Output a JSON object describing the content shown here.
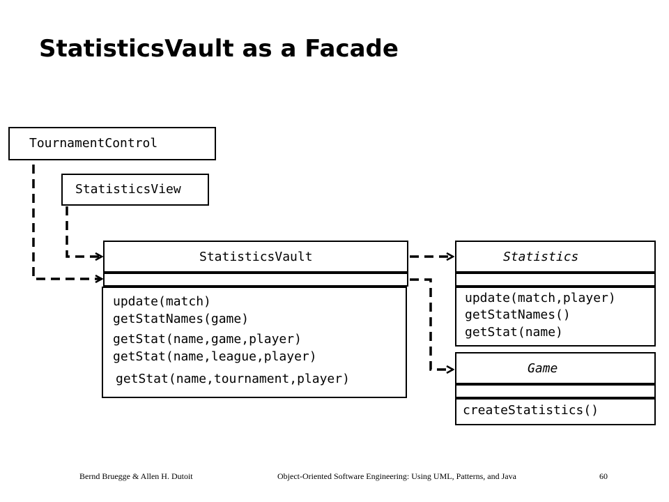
{
  "slide": {
    "title": "StatisticsVault as a Facade"
  },
  "classes": {
    "tournament_control": {
      "name": "TournamentControl"
    },
    "statistics_view": {
      "name": "StatisticsView"
    },
    "statistics_vault": {
      "name": "StatisticsVault",
      "operations": [
        "update(match)",
        "getStatNames(game)",
        "getStat(name,game,player)",
        "getStat(name,league,player)",
        "getStat(name,tournament,player)"
      ]
    },
    "statistics": {
      "name": "Statistics",
      "operations": [
        "update(match,player)",
        "getStatNames()",
        "getStat(name)"
      ]
    },
    "game": {
      "name": "Game",
      "operations": [
        "createStatistics()"
      ]
    }
  },
  "footer": {
    "authors": "Bernd Bruegge & Allen H. Dutoit",
    "book": "Object-Oriented Software Engineering: Using UML, Patterns, and Java",
    "page": "60"
  }
}
